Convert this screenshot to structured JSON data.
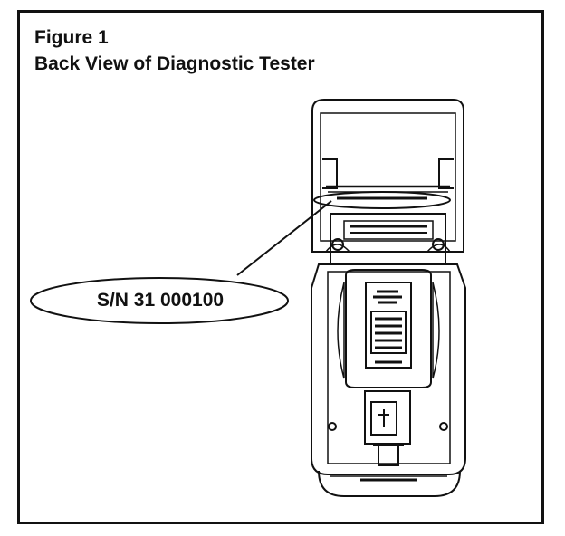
{
  "figure": {
    "label": "Figure 1",
    "caption": "Back View of Diagnostic Tester"
  },
  "callout": {
    "serial_number": "S/N 31 000100"
  },
  "device": {
    "icon": "diagnostic-tester-back-icon",
    "stroke_color": "#111111"
  }
}
